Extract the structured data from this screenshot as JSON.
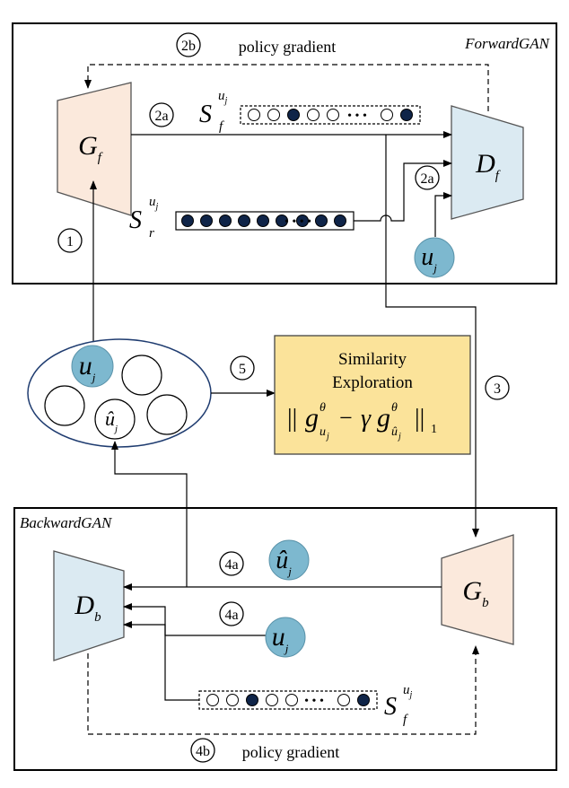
{
  "forward_gan": {
    "title": "ForwardGAN",
    "generator": {
      "main": "G",
      "sub": "f"
    },
    "discriminator": {
      "main": "D",
      "sub": "f"
    },
    "policy_gradient": "policy gradient",
    "step_2b": "2b",
    "step_2a_gen": "2a",
    "step_2a_user": "2a",
    "step_1": "1",
    "fake_sequence": {
      "main": "S",
      "sub": "f",
      "sup": "u",
      "sup_sub": "j",
      "dots": "• • •",
      "slots": [
        0,
        0,
        1,
        0,
        0,
        0,
        1
      ]
    },
    "real_sequence": {
      "main": "S",
      "sub": "r",
      "sup": "u",
      "sup_sub": "j",
      "dots": "• • • •",
      "slots": [
        1,
        1,
        1,
        1,
        1,
        1,
        1,
        1,
        1
      ]
    },
    "user": {
      "main": "u",
      "sub": "j"
    }
  },
  "user_pool": {
    "user": {
      "main": "u",
      "sub": "j"
    },
    "similar_user": {
      "main": "û",
      "sub": "j"
    }
  },
  "similarity": {
    "title_line1": "Similarity",
    "title_line2": "Exploration",
    "formula": {
      "bar_open": "||",
      "g1": "g",
      "g1_sup": "θ",
      "g1_sub": "u",
      "g1_subsub": "j",
      "minus": "−",
      "gamma": "γ",
      "g2": "g",
      "g2_sup": "θ",
      "g2_sub": "û",
      "g2_subsub": "j",
      "bar_close": "||",
      "norm": "1"
    },
    "colors": {
      "fill": "#fbe39a",
      "stroke": "#444444"
    }
  },
  "step_5": "5",
  "step_3": "3",
  "backward_gan": {
    "title": "BackwardGAN",
    "generator": {
      "main": "G",
      "sub": "b"
    },
    "discriminator": {
      "main": "D",
      "sub": "b"
    },
    "policy_gradient": "policy gradient",
    "step_4b": "4b",
    "step_4a_top": "4a",
    "step_4a_mid": "4a",
    "similar_user": {
      "main": "û",
      "sub": "j"
    },
    "user": {
      "main": "u",
      "sub": "j"
    },
    "fake_sequence": {
      "main": "S",
      "sub": "f",
      "sup": "u",
      "sup_sub": "j",
      "dots": "• • •",
      "slots": [
        0,
        0,
        1,
        0,
        0,
        0,
        1
      ]
    }
  },
  "colors": {
    "generator_fill": "#fbe9dc",
    "discriminator_fill": "#dbeaf2",
    "user_node": "#7db8cf",
    "dark_node": "#0f2448"
  }
}
